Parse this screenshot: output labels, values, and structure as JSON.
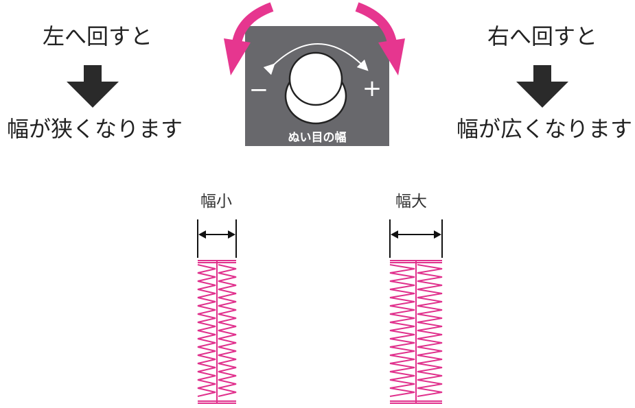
{
  "left": {
    "turn_text": "左へ回すと",
    "result_text": "幅が狭くなります"
  },
  "right": {
    "turn_text": "右へ回すと",
    "result_text": "幅が広くなります"
  },
  "dial": {
    "label": "ぬい目の幅",
    "minus_symbol": "−",
    "plus_symbol": "+"
  },
  "samples": {
    "narrow_label": "幅小",
    "wide_label": "幅大"
  },
  "colors": {
    "accent": "#e6368f",
    "panel": "#68686c",
    "arrow": "#2a2a2a",
    "stitch": "#e0308c"
  },
  "icons": {
    "turn_arrows": "curved-arrow-icon",
    "down_arrows": "down-arrow-icon"
  }
}
